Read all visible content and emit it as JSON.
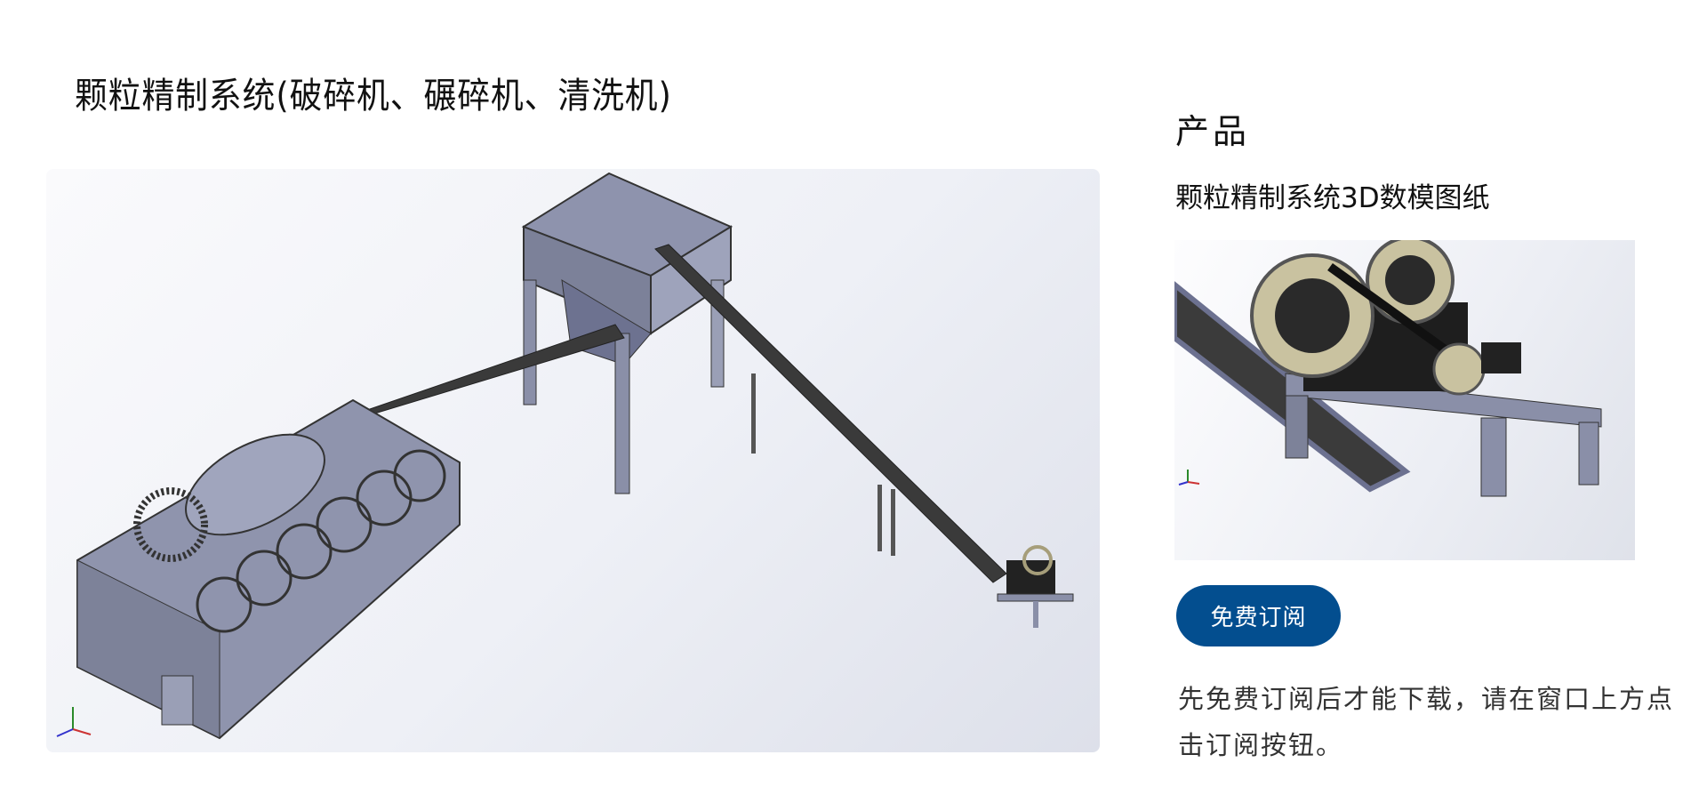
{
  "page": {
    "title": "颗粒精制系统(破碎机、碾碎机、清洗机)"
  },
  "sidebar": {
    "heading": "产品",
    "product_name": "颗粒精制系统3D数模图纸",
    "subscribe_button": "免费订阅",
    "note": "先免费订阅后才能下载，请在窗口上方点击订阅按钮。"
  },
  "colors": {
    "button": "#034e8f",
    "machine": "#8a8fa8",
    "belt": "#2b2b2b"
  }
}
